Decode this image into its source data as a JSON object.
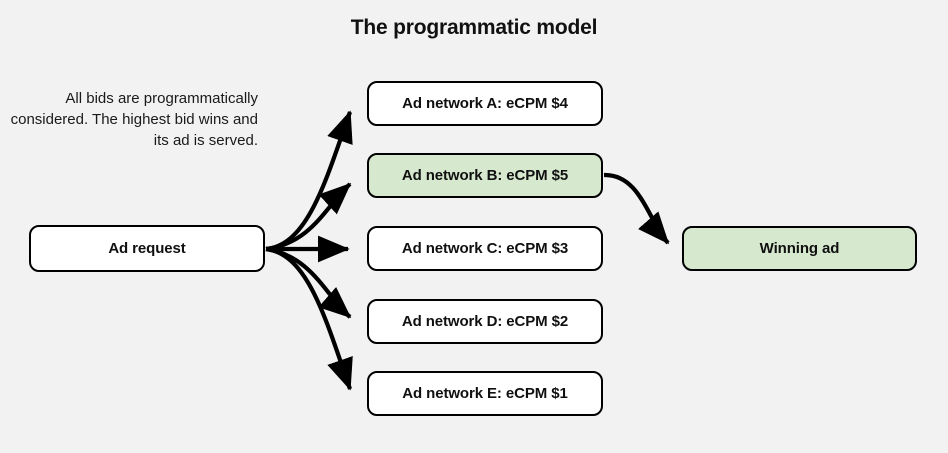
{
  "page": {
    "title": "The programmatic model",
    "background_color": "#f2f2f2",
    "text_color": "#101010"
  },
  "caption": {
    "text": "All bids are programmatically considered. The highest bid wins and its ad is served."
  },
  "source": {
    "label": "Ad request"
  },
  "networks": [
    {
      "label": "Ad network A: eCPM $4",
      "name": "A",
      "ecpm": 4,
      "winner": false,
      "fill": "#ffffff"
    },
    {
      "label": "Ad network B: eCPM $5",
      "name": "B",
      "ecpm": 5,
      "winner": true,
      "fill": "#d6e9ce"
    },
    {
      "label": "Ad network C: eCPM $3",
      "name": "C",
      "ecpm": 3,
      "winner": false,
      "fill": "#ffffff"
    },
    {
      "label": "Ad network D: eCPM $2",
      "name": "D",
      "ecpm": 2,
      "winner": false,
      "fill": "#ffffff"
    },
    {
      "label": "Ad network E: eCPM $1",
      "name": "E",
      "ecpm": 1,
      "winner": false,
      "fill": "#ffffff"
    }
  ],
  "winner": {
    "label": "Winning ad",
    "fill": "#d6e9ce"
  },
  "colors": {
    "stroke": "#000000",
    "highlight": "#d6e9ce",
    "background": "#f2f2f2"
  }
}
